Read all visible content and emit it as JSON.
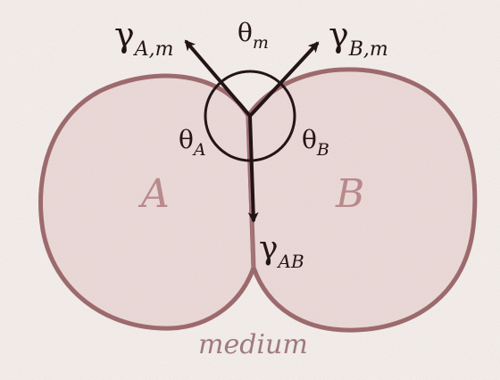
{
  "labels": {
    "gamma_am_sym": "γ",
    "gamma_am_sub": "A,m",
    "gamma_bm_sym": "γ",
    "gamma_bm_sub": "B,m",
    "gamma_ab_sym": "γ",
    "gamma_ab_sub": "AB",
    "theta_m_sym": "θ",
    "theta_m_sub": "m",
    "theta_a_sym": "θ",
    "theta_a_sub": "A",
    "theta_b_sym": "θ",
    "theta_b_sub": "B",
    "cell_a": "A",
    "cell_b": "B",
    "medium": "medium"
  },
  "colors": {
    "background": "#f3eeeb",
    "cell_fill": "#ead9d7",
    "cell_outline": "#9c6a6d",
    "cell_label": "#b88a8c",
    "vector": "#231416",
    "medium_label": "#9f7a7d"
  }
}
